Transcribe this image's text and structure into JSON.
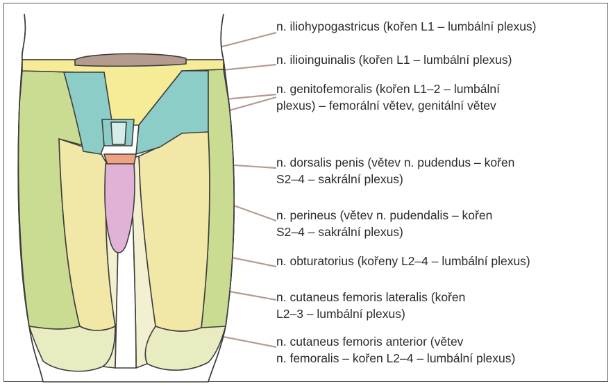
{
  "labels": [
    {
      "id": "iliohypogastricus",
      "lines": [
        "n. iliohypogastricus (kořen L1 – lumbální plexus)"
      ]
    },
    {
      "id": "ilioinguinalis",
      "lines": [
        "n. ilioinguinalis (kořen L1 – lumbální plexus)"
      ]
    },
    {
      "id": "genitofemoralis",
      "lines": [
        "n. genitofemoralis (kořen L1–2 – lumbální",
        "plexus) – femorální větev, genitální větev"
      ]
    },
    {
      "id": "dorsalis-penis",
      "lines": [
        "n. dorsalis penis (větev n. pudendus – kořen",
        "S2–4 – sakrální plexus)"
      ]
    },
    {
      "id": "perineus",
      "lines": [
        "n. perineus (větev n. pudendalis – kořen",
        "S2–4 – sakrální plexus)"
      ]
    },
    {
      "id": "obturatorius",
      "lines": [
        "n. obturatorius (kořeny L2–4 – lumbální plexus)"
      ]
    },
    {
      "id": "cutaneus-lateralis",
      "lines": [
        "n. cutaneus femoris lateralis (kořen",
        "L2–3 – lumbální plexus)"
      ]
    },
    {
      "id": "cutaneus-anterior",
      "lines": [
        "n. cutaneus femoris anterior (větev",
        "n. femoralis – kořen L2–4 – lumbální plexus)"
      ]
    }
  ],
  "colors": {
    "iliohypogastric": "#b59a8e",
    "ilioinguinal": "#f6eb96",
    "genitofemoral": "#8ccdc8",
    "lateral": "#c9dc92",
    "anterior": "#f1e7a6",
    "obturator": "#f3f0d2",
    "penis": "#e0b2d6",
    "dorsal": "#f0a383",
    "leader": "#b89992",
    "outline": "#3d3d3d"
  }
}
